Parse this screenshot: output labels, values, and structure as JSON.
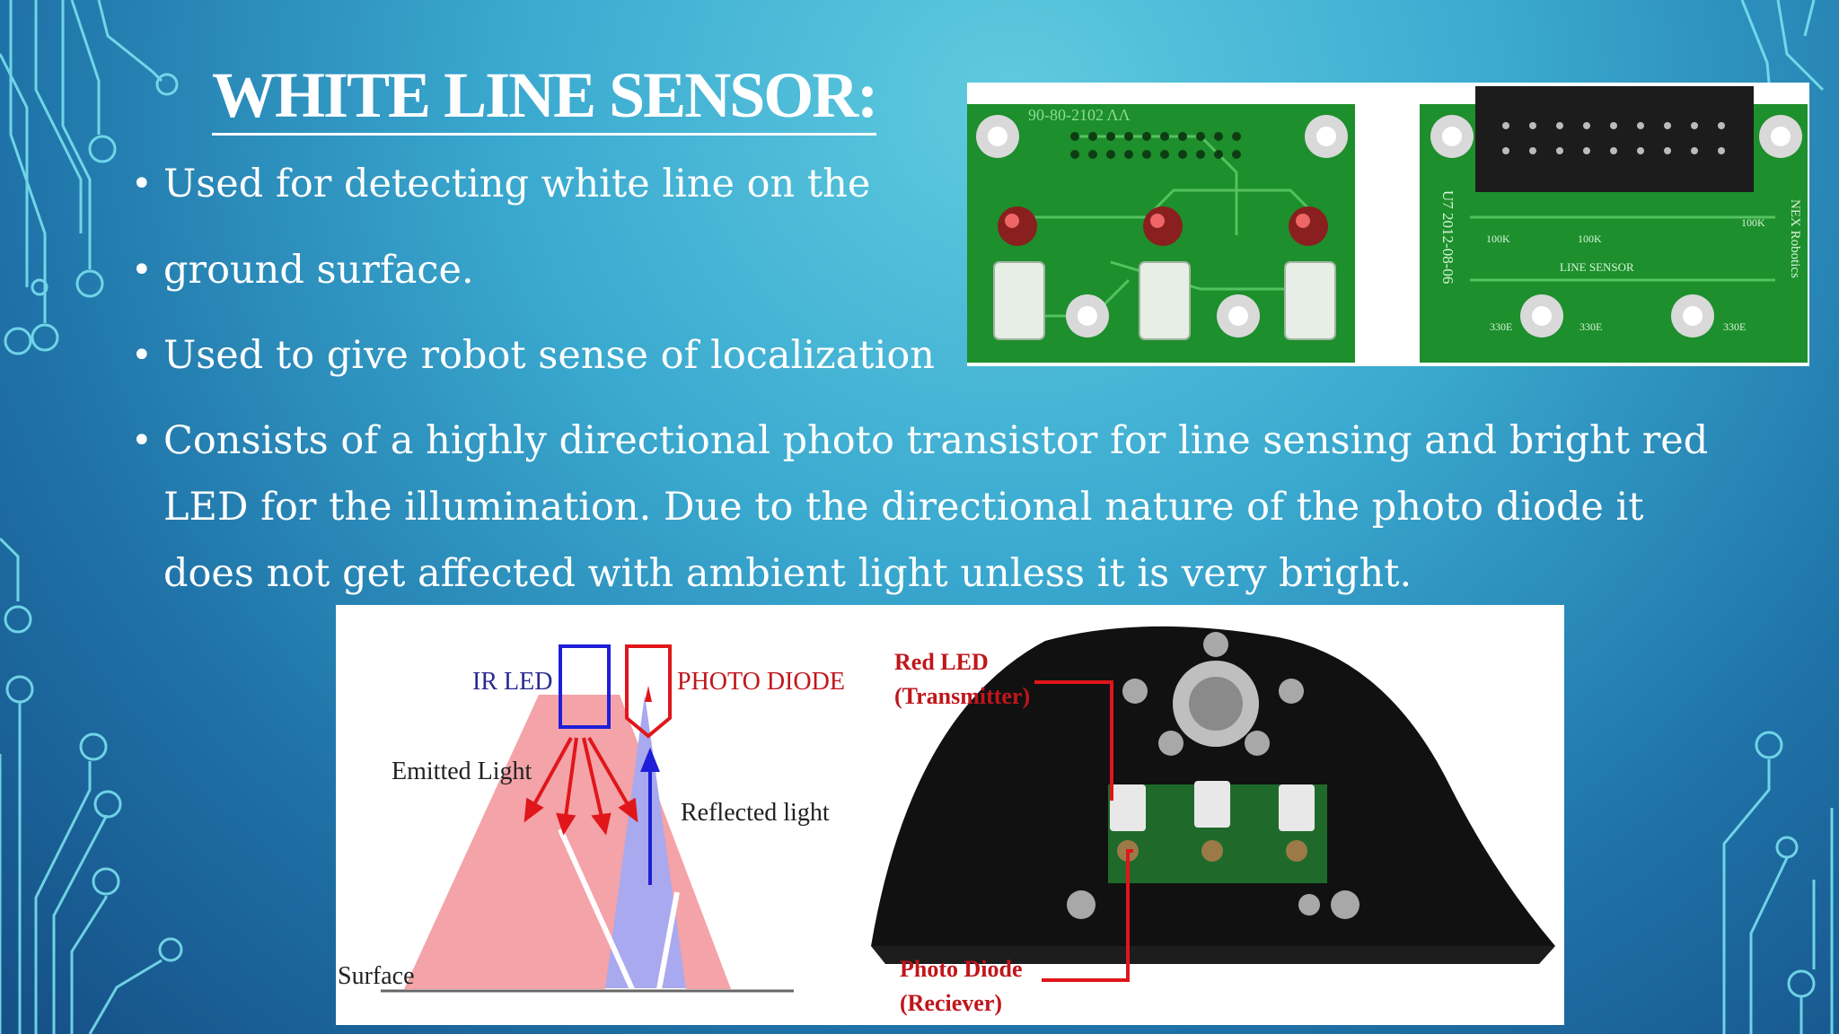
{
  "slide": {
    "title": "WHITE LINE SENSOR:",
    "bullets": [
      "Used for detecting white line on the",
      "ground surface.",
      "Used to give robot sense of localization",
      "Consists of a highly directional photo transistor for line sensing and bright red LED for the illumination. Due to the directional nature of the photo diode it does not get affected with ambient light unless it is very bright."
    ]
  },
  "pcb_photo": {
    "left_board_text": "90-80-2102 ΛΛ",
    "right_board_side_text": "U7 2012-08-06",
    "brand_text": "NEX Robotics",
    "resistor_labels": [
      "100K",
      "100K",
      "100K",
      "330E",
      "330E",
      "330E"
    ],
    "board_label": "LINE SENSOR"
  },
  "diagram": {
    "ir_led_label": "IR LED",
    "photo_diode_label": "PHOTO DIODE",
    "emitted_label": "Emitted Light",
    "reflected_label": "Reflected light",
    "surface_label": "Surface",
    "red_led_label": "Red LED",
    "transmitter_label": "(Transmitter)",
    "photo_diode_recv_label": "Photo Diode",
    "receiver_label": "(Reciever)"
  },
  "colors": {
    "emitted_fill": "#f4a3a8",
    "reflected_fill": "#a9a9ef",
    "arrow_red": "#e0161b",
    "arrow_blue": "#1f1ed8",
    "pcb_green": "#1d8f2c"
  }
}
